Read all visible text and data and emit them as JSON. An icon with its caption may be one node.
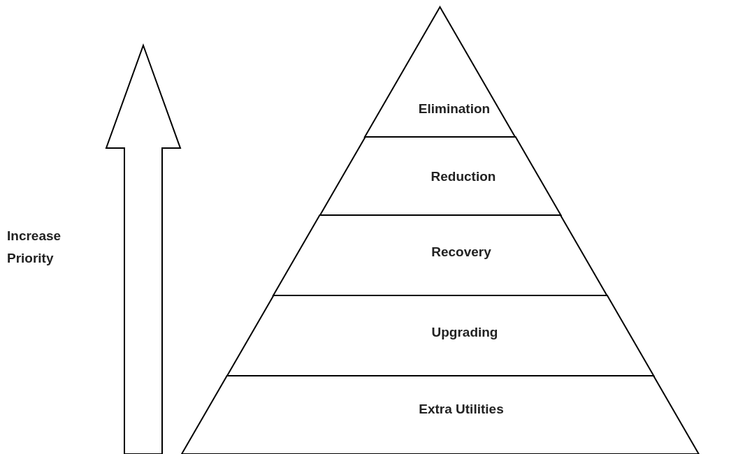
{
  "diagram": {
    "nodes": [
      {
        "text": [
          "Elimination"
        ]
      },
      {
        "text": [
          "Reduction"
        ]
      },
      {
        "text": [
          "Recovery"
        ]
      },
      {
        "text": [
          "Upgrading"
        ]
      },
      {
        "text": [
          "Extra Utilities"
        ]
      }
    ],
    "labels": [
      "Increase Priority"
    ]
  }
}
